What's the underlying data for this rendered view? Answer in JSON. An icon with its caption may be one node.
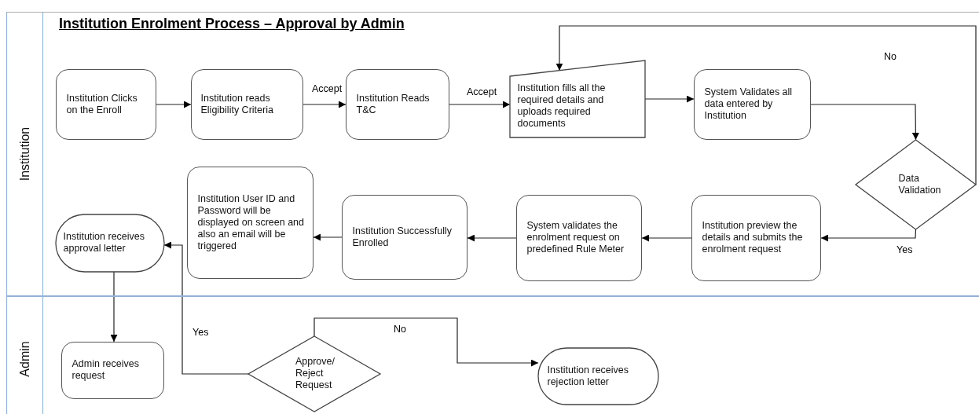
{
  "diagram": {
    "title": "Institution Enrolment Process – Approval by Admin",
    "nodes": [
      {
        "text": [
          "Institution"
        ]
      },
      {
        "text": [
          "Admin"
        ]
      },
      {
        "text": [
          "Institution Clicks on the Enroll"
        ],
        "in": 0
      },
      {
        "text": [
          "Institution reads Eligibility Criteria"
        ],
        "in": 0
      },
      {
        "text": [
          "Institution Reads T&C"
        ],
        "in": 0
      },
      {
        "text": [
          "Institution fills all the required details and uploads required documents"
        ],
        "in": 0
      },
      {
        "text": [
          "System Validates all data entered by Institution"
        ],
        "in": 0
      },
      {
        "text": [
          "Data Validation"
        ],
        "in": 0
      },
      {
        "text": [
          "Institution preview the details and submits the enrolment request"
        ],
        "in": 0
      },
      {
        "text": [
          "System validates the enrolment request on predefined Rule Meter"
        ],
        "in": 0
      },
      {
        "text": [
          "Institution Successfully Enrolled"
        ],
        "in": 0
      },
      {
        "text": [
          "Institution User ID and Password will be displayed on screen and also an email will be triggered"
        ],
        "in": 0
      },
      {
        "text": [
          "Institution receives approval letter"
        ],
        "in": 0
      },
      {
        "text": [
          "Admin receives request"
        ],
        "in": 1
      },
      {
        "text": [
          "Approve/ Reject Request"
        ],
        "in": 1
      },
      {
        "text": [
          "Institution receives rejection letter"
        ],
        "in": 1
      }
    ],
    "edges": [
      {
        "from": 2,
        "to": 3,
        "arrow": "to"
      },
      {
        "from": 3,
        "to": 4,
        "arrow": "to",
        "label": "Accept"
      },
      {
        "from": 4,
        "to": 5,
        "arrow": "to",
        "label": "Accept"
      },
      {
        "from": 5,
        "to": 6,
        "arrow": "to"
      },
      {
        "from": 6,
        "to": 7,
        "arrow": "to"
      },
      {
        "from": 7,
        "to": 5,
        "arrow": "to",
        "label": "No"
      },
      {
        "from": 7,
        "to": 8,
        "arrow": "to",
        "label": "Yes"
      },
      {
        "from": 8,
        "to": 9,
        "arrow": "to"
      },
      {
        "from": 9,
        "to": 10,
        "arrow": "to"
      },
      {
        "from": 10,
        "to": 11,
        "arrow": "to"
      },
      {
        "from": 12,
        "to": 13,
        "arrow": "to"
      },
      {
        "from": 14,
        "to": 12,
        "arrow": "to",
        "label": "Yes"
      },
      {
        "from": 14,
        "to": 15,
        "arrow": "to",
        "label": "No"
      }
    ]
  }
}
